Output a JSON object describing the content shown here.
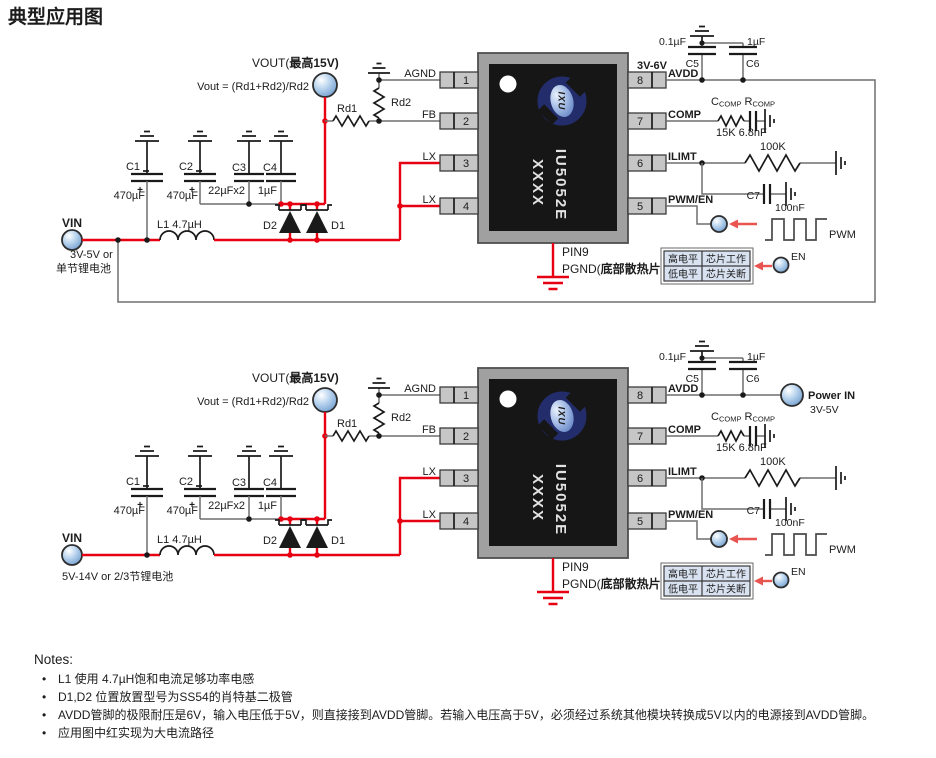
{
  "title": "典型应用图",
  "colors": {
    "trace_red": "#e60012",
    "wire_gray": "#6f6f6f",
    "terminal_blue": "#aacdе0",
    "logo_navy": "#232d6b",
    "logo_orange": "#f7941d",
    "table_fill": "#d9e2f0",
    "chip_body": "#161616"
  },
  "shared": {
    "vout_prefix": "VOUT(",
    "vout_bold": "最高15V)",
    "formula": "Vout = (Rd1+Rd2)/Rd2",
    "rd1": "Rd1",
    "rd2": "Rd2",
    "vin": "VIN",
    "l1": "L1  4.7µH",
    "caps": {
      "c1": "C1",
      "c1v": "470µF",
      "plus": "+",
      "c2": "C2",
      "c2v": "470µF",
      "c3": "C3",
      "c3v": "22µFx2",
      "c4": "C4",
      "c4v": "1µF"
    },
    "d1": "D1",
    "d2": "D2",
    "pins_left": [
      "AGND",
      "FB",
      "LX",
      "LX"
    ],
    "nums_left": [
      "1",
      "2",
      "3",
      "4"
    ],
    "pins_right": [
      "AVDD",
      "COMP",
      "ILIMT",
      "PWM/EN"
    ],
    "nums_right": [
      "8",
      "7",
      "6",
      "5"
    ],
    "c5": "C5",
    "c5v": "0.1µF",
    "c6": "C6",
    "c6v": "1µF",
    "comp": {
      "c": "C",
      "csub": "COMP",
      "r": " R",
      "rsub": "COMP",
      "vals": "15K 6.8nF"
    },
    "ilimt_r": "100K",
    "c7": "C7",
    "c7v": "100nF",
    "pwm": "PWM",
    "en": "EN",
    "table": {
      "r1c1": "高电平",
      "r1c2": "芯片工作",
      "r2c1": "低电平",
      "r2c2": "芯片关断"
    },
    "chip": {
      "marking": "IU5052E",
      "marking2": "XXXX",
      "logo": "IXU",
      "pin9": "PIN9",
      "pgnd_prefix": "PGND(",
      "pgnd_bold": "底部散热片)"
    }
  },
  "c1": {
    "vin_sub1": "3V-5V or",
    "vin_sub2": "单节锂电池",
    "avdd_range": "3V-6V"
  },
  "c2": {
    "vin_sub": "5V-14V or 2/3节锂电池",
    "power_in": "Power IN",
    "power_range": "3V-5V"
  },
  "notes": {
    "heading": "Notes:",
    "bullet": "•",
    "items": [
      "L1 使用 4.7µH饱和电流足够功率电感",
      "D1,D2 位置放置型号为SS54的肖特基二极管",
      "AVDD管脚的极限耐压是6V，输入电压低于5V，则直接接到AVDD管脚。若输入电压高于5V，必须经过系统其他模块转换成5V以内的电源接到AVDD管脚。",
      "应用图中红实现为大电流路径"
    ]
  }
}
